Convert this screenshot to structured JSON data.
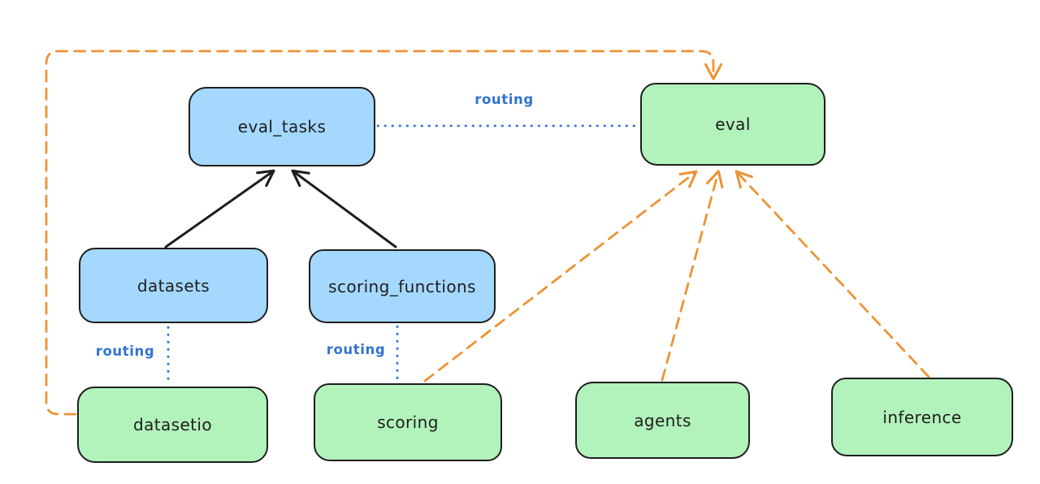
{
  "diagram": {
    "type": "architecture-graph",
    "nodes": [
      {
        "id": "eval_tasks",
        "label": "eval_tasks",
        "color": "#a5d8ff"
      },
      {
        "id": "eval",
        "label": "eval",
        "color": "#b2f2bb"
      },
      {
        "id": "datasets",
        "label": "datasets",
        "color": "#a5d8ff"
      },
      {
        "id": "scoring_functions",
        "label": "scoring_functions",
        "color": "#a5d8ff"
      },
      {
        "id": "datasetio",
        "label": "datasetio",
        "color": "#b2f2bb"
      },
      {
        "id": "scoring",
        "label": "scoring",
        "color": "#b2f2bb"
      },
      {
        "id": "agents",
        "label": "agents",
        "color": "#b2f2bb"
      },
      {
        "id": "inference",
        "label": "inference",
        "color": "#b2f2bb"
      }
    ],
    "edges": [
      {
        "from": "datasets",
        "to": "eval_tasks",
        "style": "solid-arrow",
        "color": "#1e1e1e",
        "label": ""
      },
      {
        "from": "scoring_functions",
        "to": "eval_tasks",
        "style": "solid-arrow",
        "color": "#1e1e1e",
        "label": ""
      },
      {
        "from": "eval_tasks",
        "to": "eval",
        "style": "dotted",
        "color": "#3273d3",
        "label": "routing"
      },
      {
        "from": "datasets",
        "to": "datasetio",
        "style": "dotted",
        "color": "#3273d3",
        "label": "routing"
      },
      {
        "from": "scoring_functions",
        "to": "scoring",
        "style": "dotted",
        "color": "#3273d3",
        "label": "routing"
      },
      {
        "from": "datasetio",
        "to": "eval",
        "style": "dashed-arrow",
        "color": "#ec9335",
        "label": ""
      },
      {
        "from": "scoring",
        "to": "eval",
        "style": "dashed-arrow",
        "color": "#ec9335",
        "label": ""
      },
      {
        "from": "agents",
        "to": "eval",
        "style": "dashed-arrow",
        "color": "#ec9335",
        "label": ""
      },
      {
        "from": "inference",
        "to": "eval",
        "style": "dashed-arrow",
        "color": "#ec9335",
        "label": ""
      }
    ],
    "colors": {
      "node_blue_fill": "#a5d8ff",
      "node_green_fill": "#b2f2bb",
      "node_stroke": "#1e1e1e",
      "routing_blue": "#3273d3",
      "provider_orange": "#ec9335",
      "background": "#ffffff"
    }
  }
}
